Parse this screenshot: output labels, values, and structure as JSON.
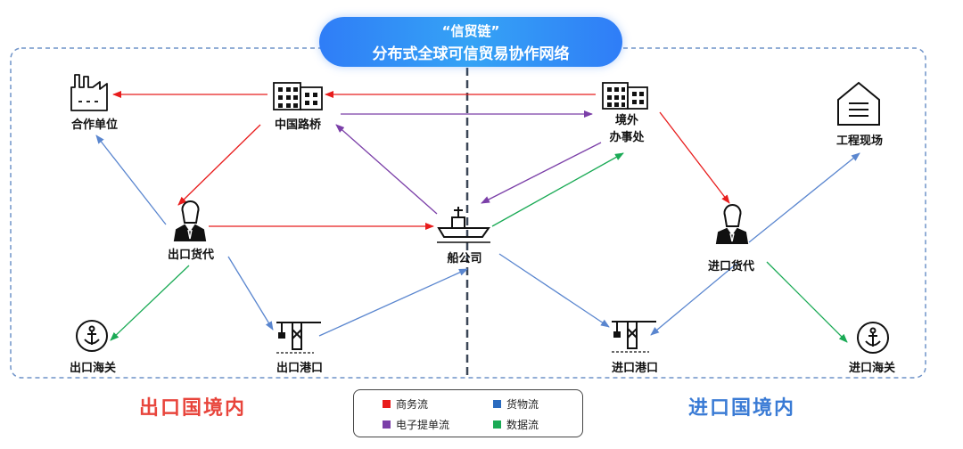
{
  "title": {
    "line1": "“信贸链”",
    "line2": "分布式全球可信贸易协作网络"
  },
  "regions": {
    "export": "出口国境内",
    "import": "进口国境内"
  },
  "nodes": {
    "partner": "合作单位",
    "china_bridge": "中国路桥",
    "overseas_office_line1": "境外",
    "overseas_office_line2": "办事处",
    "site": "工程现场",
    "export_forwarder": "出口货代",
    "shipping": "船公司",
    "import_forwarder": "进口货代",
    "export_customs": "出口海关",
    "export_port": "出口港口",
    "import_port": "进口港口",
    "import_customs": "进口海关"
  },
  "legend": {
    "business": {
      "label": "商务流",
      "color": "#e81c1c"
    },
    "goods": {
      "label": "货物流",
      "color": "#2a6bbf"
    },
    "ebl": {
      "label": "电子提单流",
      "color": "#7b3fa8"
    },
    "data": {
      "label": "数据流",
      "color": "#1aaa55"
    }
  },
  "colors": {
    "business": "#e81c1c",
    "goods": "#5a86cf",
    "ebl": "#7b3fa8",
    "data": "#1aaa55",
    "border": "#6f93c8"
  }
}
